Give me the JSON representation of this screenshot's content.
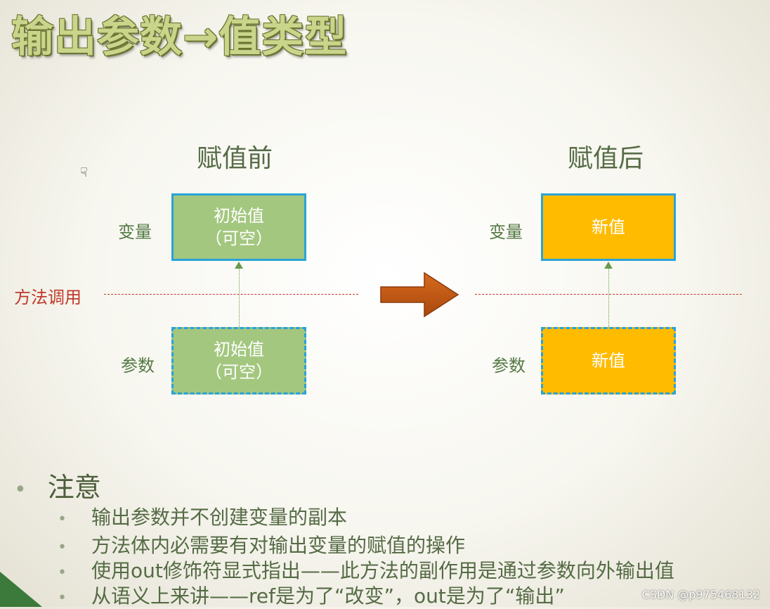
{
  "title": "输出参数→值类型",
  "before": {
    "heading": "赋值前",
    "var_label": "变量",
    "param_label": "参数",
    "var_box": [
      "初始值",
      "（可空）"
    ],
    "param_box": [
      "初始值",
      "（可空）"
    ]
  },
  "after": {
    "heading": "赋值后",
    "var_label": "变量",
    "param_label": "参数",
    "var_box": "新值",
    "param_box": "新值"
  },
  "call_label": "方法调用",
  "notes": {
    "main": "注意",
    "items": [
      "输出参数并不创建变量的副本",
      "方法体内必需要有对输出变量的赋值的操作",
      "使用out修饰符显式指出——此方法的副作用是通过参数向外输出值",
      "从语义上来讲——ref是为了“改变”，out是为了“输出”"
    ]
  },
  "watermark": "CSDN @p975468132",
  "colors": {
    "initial_box": "#a3c77f",
    "new_box": "#ffbb00",
    "box_border": "#2aa3d8",
    "call_line": "#c0392b",
    "big_arrow": "#c55a11"
  }
}
